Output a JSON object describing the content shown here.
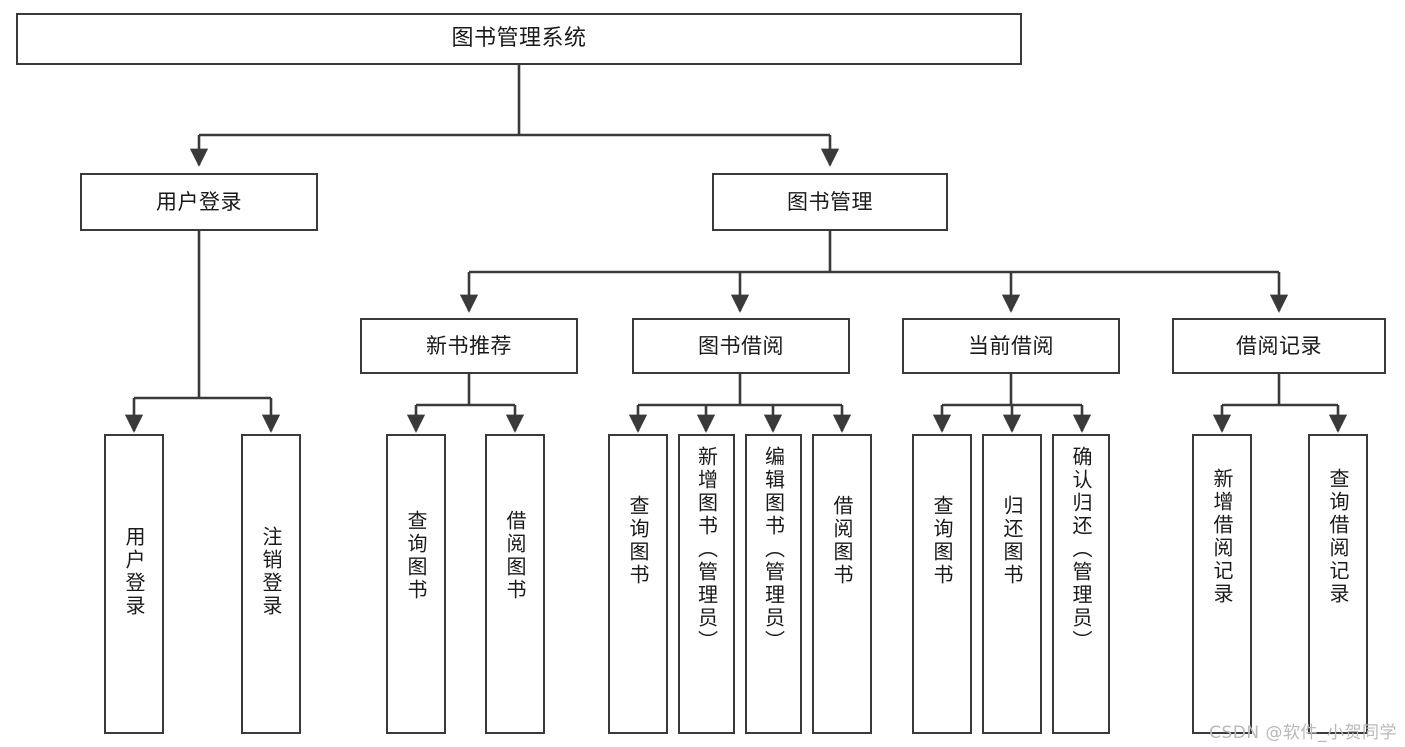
{
  "diagram": {
    "title": "图书管理系统",
    "watermark": "CSDN @软件_小贺同学",
    "colors": {
      "box_border": "#3a3a3a",
      "box_fill": "#ffffff",
      "edge": "#3a3a3a",
      "text": "#1a1a1a",
      "watermark": "#b9b9b9",
      "background": "#ffffff"
    },
    "root": {
      "label": "图书管理系统"
    },
    "level1": [
      {
        "label": "用户登录"
      },
      {
        "label": "图书管理"
      }
    ],
    "level2": [
      {
        "label": "新书推荐"
      },
      {
        "label": "图书借阅"
      },
      {
        "label": "当前借阅"
      },
      {
        "label": "借阅记录"
      }
    ],
    "leaves": {
      "user_login": [
        {
          "label": "用户登录"
        },
        {
          "label": "注销登录"
        }
      ],
      "new_book_recommend": [
        {
          "label": "查询图书"
        },
        {
          "label": "借阅图书"
        }
      ],
      "book_borrow": [
        {
          "label": "查询图书"
        },
        {
          "label": "新增图书（管理员）"
        },
        {
          "label": "编辑图书（管理员）"
        },
        {
          "label": "借阅图书"
        }
      ],
      "current_borrow": [
        {
          "label": "查询图书"
        },
        {
          "label": "归还图书"
        },
        {
          "label": "确认归还（管理员）"
        }
      ],
      "borrow_record": [
        {
          "label": "新增借阅记录"
        },
        {
          "label": "查询借阅记录"
        }
      ]
    }
  }
}
